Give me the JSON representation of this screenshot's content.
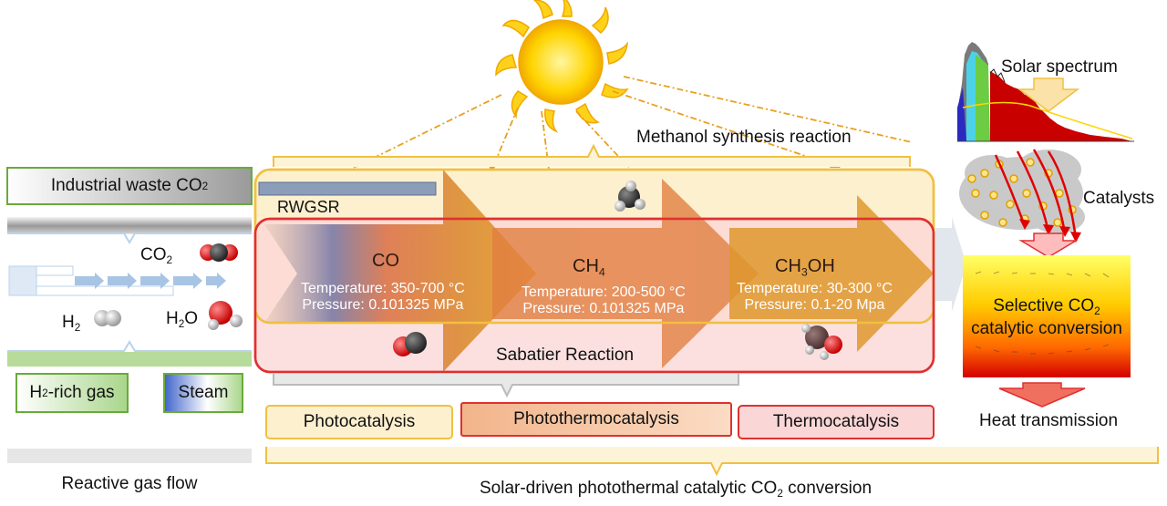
{
  "left_panel": {
    "industrial_box": {
      "text": "Industrial waste CO",
      "sub": "2"
    },
    "co2_label": {
      "text": "CO",
      "sub": "2"
    },
    "h2_label": {
      "text": "H",
      "sub": "2"
    },
    "h2o_label": {
      "pre": "H",
      "sub": "2",
      "post": "O"
    },
    "h2_gas_box": {
      "pre": "H",
      "sub": "2",
      "post": "-rich gas"
    },
    "steam_box": "Steam",
    "caption": "Reactive gas flow"
  },
  "center_panel": {
    "methanol_label": "Methanol synthesis reaction",
    "rwgsr_label": "RWGSR",
    "sabatier_label": "Sabatier Reaction",
    "stage_co": {
      "title": "CO",
      "temperature": "Temperature: 350-700 °C",
      "pressure": "Pressure: 0.101325 MPa"
    },
    "stage_ch4": {
      "title": "CH",
      "title_sub": "4",
      "temperature": "Temperature: 200-500 °C",
      "pressure": "Pressure: 0.101325 MPa"
    },
    "stage_ch3oh": {
      "title_pre": "CH",
      "title_sub": "3",
      "title_post": "OH",
      "temperature": "Temperature: 30-300 °C",
      "pressure": "Pressure: 0.1-20 Mpa"
    },
    "catalysis_boxes": [
      "Photocatalysis",
      "Photothermocatalysis",
      "Thermocatalysis"
    ],
    "caption": {
      "pre": "Solar-driven photothermal catalytic CO",
      "sub": "2",
      "post": " conversion"
    }
  },
  "right_panel": {
    "solar_spectrum": "Solar spectrum",
    "catalysts": "Catalysts",
    "selective": {
      "line1_pre": "Selective CO",
      "line1_sub": "2",
      "line2": "catalytic conversion"
    },
    "heat": "Heat transmission"
  },
  "colors": {
    "accent_orange": "#e8a020",
    "red_outline": "#e03030",
    "bracket_yellow": "#f0c040",
    "green_outline": "#6aaa3a"
  }
}
